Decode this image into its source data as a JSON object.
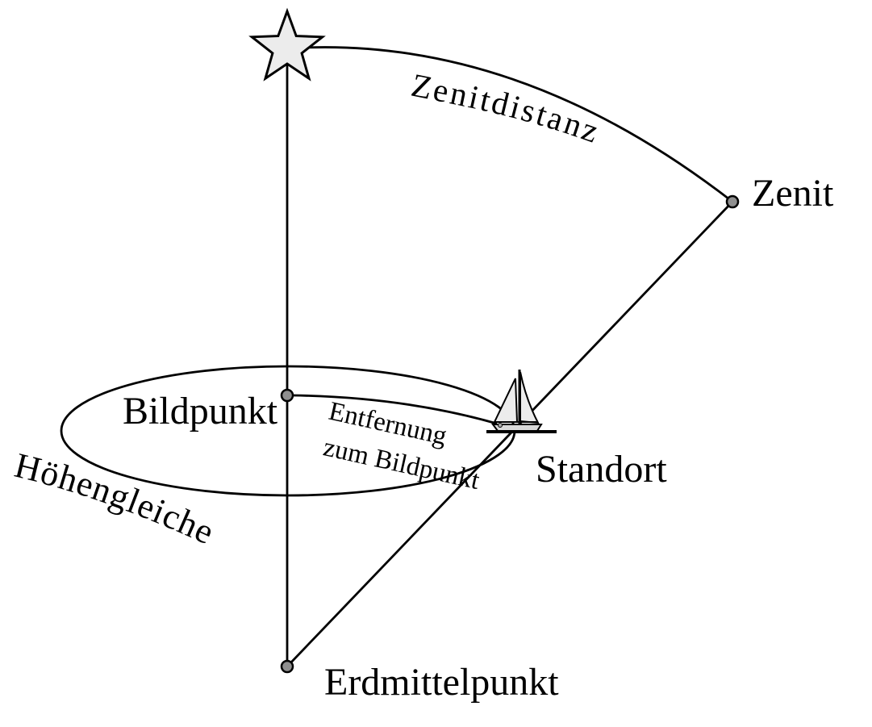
{
  "background": "#ffffff",
  "colors": {
    "line": "#000000",
    "text": "#000000",
    "dot_fill": "#8f8f8f",
    "star_fill": "#ececec",
    "sail_fill": "#ececec",
    "hull_fill": "#d9d9d9",
    "deck_detail_fill": "#aaaaaa"
  },
  "labels": {
    "zenitdistanz": "Zenitdistanz",
    "zenit": "Zenit",
    "bildpunkt": "Bildpunkt",
    "entfernung_line1": "Entfernung",
    "entfernung_line2": "zum Bildpunkt",
    "hoehengleiche": "Höhengleiche",
    "standort": "Standort",
    "erdmittelpunkt": "Erdmittelpunkt"
  }
}
